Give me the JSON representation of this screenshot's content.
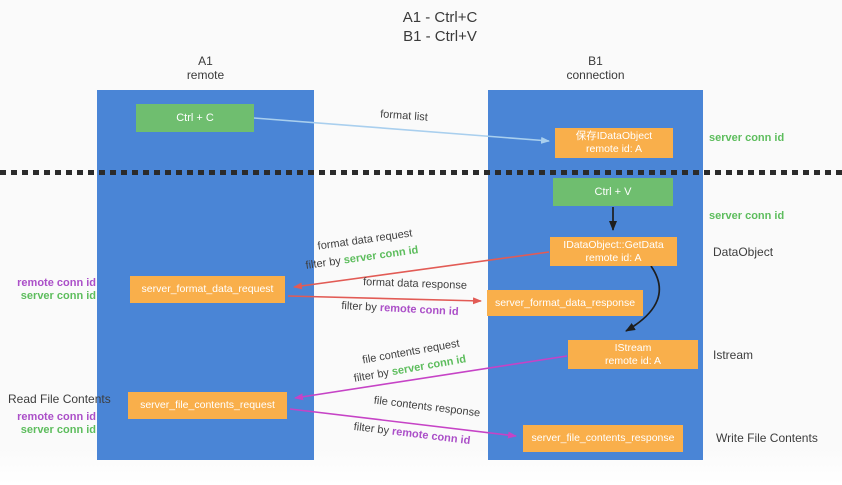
{
  "title": {
    "line1": "A1 - Ctrl+C",
    "line2": "B1 - Ctrl+V"
  },
  "lanes": {
    "left": {
      "name": "A1",
      "role": "remote"
    },
    "right": {
      "name": "B1",
      "role": "connection"
    }
  },
  "nodes": {
    "ctrl_c": {
      "label": "Ctrl + C"
    },
    "ctrl_v": {
      "label": "Ctrl + V"
    },
    "save_idataobject": {
      "line1": "保存IDataObject",
      "line2": "remote id: A"
    },
    "getdata": {
      "line1": "IDataObject::GetData",
      "line2": "remote id: A"
    },
    "istream": {
      "line1": "IStream",
      "line2": "remote id: A"
    },
    "format_request": {
      "label": "server_format_data_request"
    },
    "format_response": {
      "label": "server_format_data_response"
    },
    "file_request": {
      "label": "server_file_contents_request"
    },
    "file_response": {
      "label": "server_file_contents_response"
    }
  },
  "edges": {
    "format_list": {
      "label": "format list"
    },
    "format_data_request": {
      "label": "format data request",
      "filter_prefix": "filter by",
      "filter_key": "server conn id"
    },
    "format_data_response": {
      "label": "format data response",
      "filter_prefix": "filter by",
      "filter_key": "remote conn id"
    },
    "file_contents_request": {
      "label": "file contents request",
      "filter_prefix": "filter by",
      "filter_key": "server conn id"
    },
    "file_contents_response": {
      "label": "file contents response",
      "filter_prefix": "filter by",
      "filter_key": "remote conn id"
    }
  },
  "annotations": {
    "server_conn_id_top": "server conn id",
    "server_conn_id_mid": "server conn id",
    "dataobject": "DataObject",
    "istream": "Istream",
    "read_file_contents": "Read File Contents",
    "write_file_contents": "Write File Contents",
    "left_pair_1": {
      "remote": "remote conn id",
      "server": "server conn id"
    },
    "left_pair_2": {
      "remote": "remote conn id",
      "server": "server conn id"
    }
  },
  "colors": {
    "lane_blue": "#4a85d6",
    "box_green": "#6fbe6f",
    "box_orange": "#f9af4b",
    "arrow_light_blue": "#a9cfee",
    "arrow_red": "#e25b55",
    "arrow_magenta": "#c643c6",
    "arrow_black": "#1e1e1e",
    "label_green": "#5dbd5d",
    "label_purple": "#ab4fc8",
    "text_dark": "#3a3a3a"
  }
}
